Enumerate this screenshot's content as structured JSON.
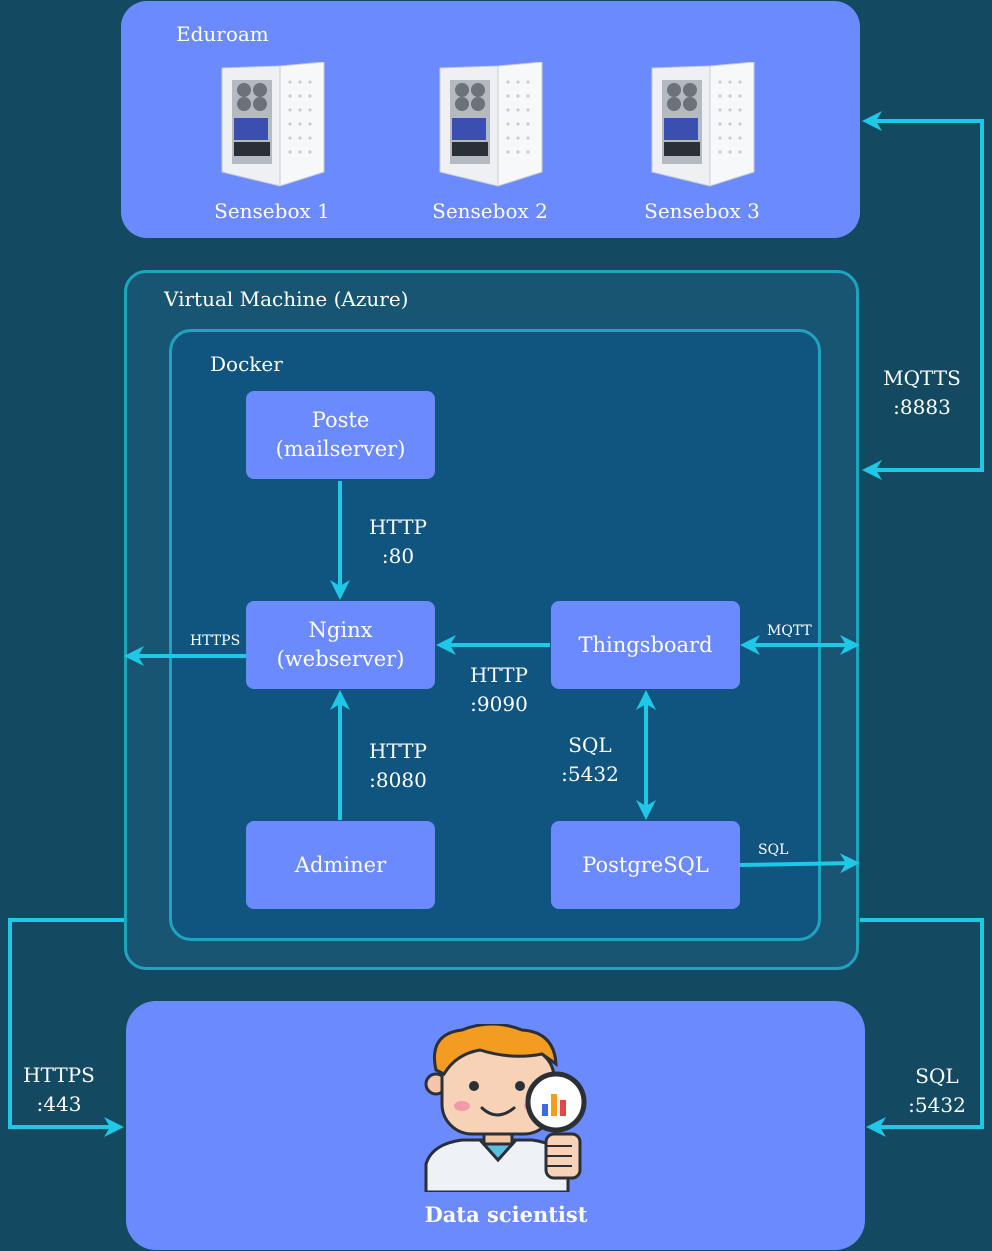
{
  "eduroam": {
    "title": "Eduroam",
    "sensebox_1": "Sensebox 1",
    "sensebox_2": "Sensebox 2",
    "sensebox_3": "Sensebox 3"
  },
  "vm": {
    "title": "Virtual Machine (Azure)"
  },
  "docker": {
    "title": "Docker"
  },
  "nodes": {
    "poste_line1": "Poste",
    "poste_line2": "(mailserver)",
    "nginx": "Nginx (webserver)",
    "thingsboard": "Thingsboard",
    "adminer": "Adminer",
    "postgresql": "PostgreSQL"
  },
  "edges": {
    "poste_nginx_1": "HTTP",
    "poste_nginx_2": ":80",
    "thingsboard_nginx_1": "HTTP",
    "thingsboard_nginx_2": ":9090",
    "adminer_nginx_1": "HTTP",
    "adminer_nginx_2": ":8080",
    "thingsboard_postgres_1": "SQL",
    "thingsboard_postgres_2": ":5432",
    "nginx_out": "HTTPS",
    "thingsboard_mqtt": "MQTT",
    "postgres_out": "SQL",
    "mqtts_1": "MQTTS",
    "mqtts_2": ":8883",
    "https_1": "HTTPS",
    "https_2": ":443",
    "sql_1": "SQL",
    "sql_2": ":5432"
  },
  "data_scientist": {
    "label": "Data scientist"
  },
  "colors": {
    "background": "#134a62",
    "panel": "#6b8afd",
    "vm_fill": "#175573",
    "docker_fill": "#10557f",
    "border": "#1fa3bf",
    "arrow": "#1ec8e6"
  }
}
